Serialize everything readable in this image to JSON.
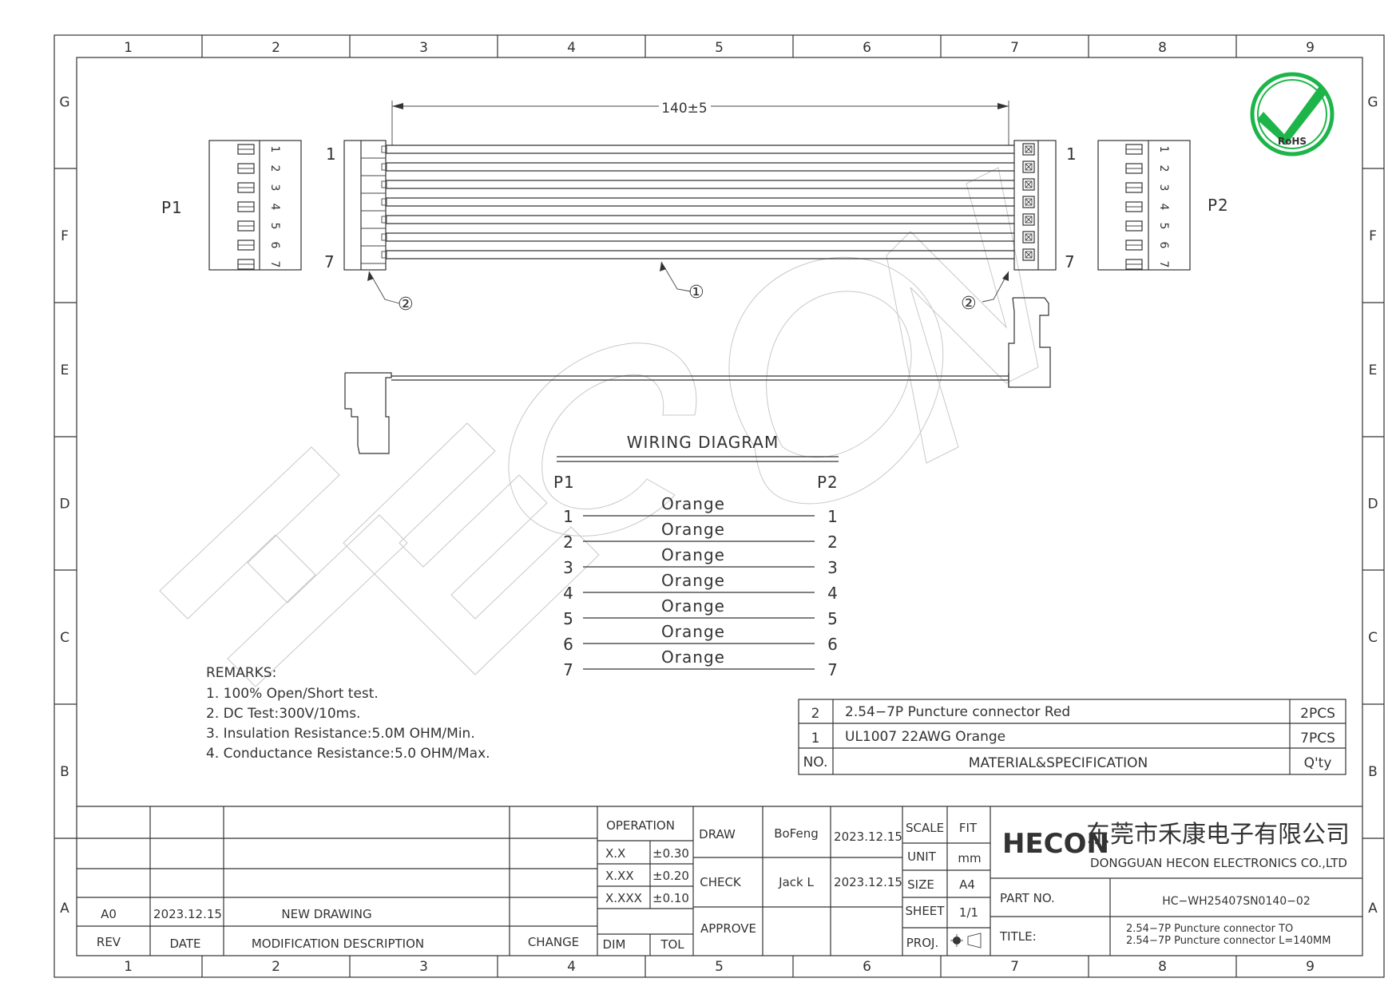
{
  "frame": {
    "columns": [
      "1",
      "2",
      "3",
      "4",
      "5",
      "6",
      "7",
      "8",
      "9"
    ],
    "rows": [
      "G",
      "F",
      "E",
      "D",
      "C",
      "B",
      "A"
    ]
  },
  "dimension": "140±5",
  "connectors": {
    "p1_label": "P1",
    "p2_label": "P2",
    "pins": [
      "1",
      "2",
      "3",
      "4",
      "5",
      "6",
      "7"
    ],
    "left_top": "1",
    "left_bottom": "7",
    "right_top": "1",
    "right_bottom": "7"
  },
  "callouts": {
    "wire": "①",
    "conn_left": "②",
    "conn_right": "②"
  },
  "rohs": {
    "label": "RoHS",
    "color": "#1db54a"
  },
  "wiring": {
    "title": "WIRING  DIAGRAM",
    "left": "P1",
    "right": "P2",
    "wires": [
      {
        "pin": "1",
        "color": "Orange"
      },
      {
        "pin": "2",
        "color": "Orange"
      },
      {
        "pin": "3",
        "color": "Orange"
      },
      {
        "pin": "4",
        "color": "Orange"
      },
      {
        "pin": "5",
        "color": "Orange"
      },
      {
        "pin": "6",
        "color": "Orange"
      },
      {
        "pin": "7",
        "color": "Orange"
      }
    ]
  },
  "remarks": {
    "title": "REMARKS:",
    "items": [
      "1.  100%  Open/Short  test.",
      "2.  DC  Test:300V/10ms.",
      "3.  Insulation  Resistance:5.0M  OHM/Min.",
      "4.  Conductance  Resistance:5.0  OHM/Max."
    ]
  },
  "bom": {
    "rows": [
      {
        "no": "2",
        "spec": "2.54−7P  Puncture  connector  Red",
        "qty": "2PCS"
      },
      {
        "no": "1",
        "spec": "UL1007  22AWG  Orange",
        "qty": "7PCS"
      }
    ],
    "header": {
      "no": "NO.",
      "spec": "MATERIAL&SPECIFICATION",
      "qty": "Q'ty"
    }
  },
  "title_block": {
    "rev_row": {
      "rev": "A0",
      "date": "2023.12.15",
      "desc": "NEW  DRAWING"
    },
    "rev_header": {
      "rev": "REV",
      "date": "DATE",
      "desc": "MODIFICATION  DESCRIPTION",
      "change": "CHANGE"
    },
    "operation": "OPERATION",
    "tolerances": [
      {
        "dim": "X.X",
        "tol": "±0.30"
      },
      {
        "dim": "X.XX",
        "tol": "±0.20"
      },
      {
        "dim": "X.XXX",
        "tol": "±0.10"
      }
    ],
    "dim_label": "DIM",
    "tol_label": "TOL",
    "draw": {
      "label": "DRAW",
      "name": "BoFeng",
      "date": "2023.12.15"
    },
    "check": {
      "label": "CHECK",
      "name": "Jack  L",
      "date": "2023.12.15"
    },
    "approve": {
      "label": "APPROVE"
    },
    "scale": {
      "label": "SCALE",
      "value": "FIT"
    },
    "unit": {
      "label": "UNIT",
      "value": "mm"
    },
    "size": {
      "label": "SIZE",
      "value": "A4"
    },
    "sheet": {
      "label": "SHEET",
      "value": "1/1"
    },
    "proj": {
      "label": "PROJ."
    },
    "logo": "HECON",
    "logo_color": "#2f5aa8",
    "company_cn": "东莞市禾康电子有限公司",
    "company_en": "DONGGUAN  HECON  ELECTRONICS  CO.,LTD",
    "part_label": "PART  NO.",
    "part_no": "HC−WH25407SN0140−02",
    "title_label": "TITLE:",
    "title_line1": "2.54−7P  Puncture  connector  TO",
    "title_line2": "2.54−7P  Puncture  connector  L=140MM"
  }
}
